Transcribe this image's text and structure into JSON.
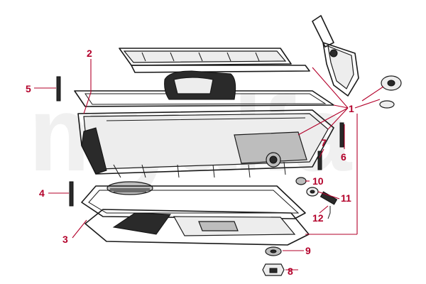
{
  "watermark": "myalfa",
  "colors": {
    "callout": "#b3002a",
    "line": "#1a1a1a"
  },
  "callouts": {
    "c1": "1",
    "c2": "2",
    "c3": "3",
    "c4": "4",
    "c5": "5",
    "c6": "6",
    "c7": "7",
    "c8": "8",
    "c9": "9",
    "c10": "10",
    "c11": "11",
    "c12": "12"
  }
}
